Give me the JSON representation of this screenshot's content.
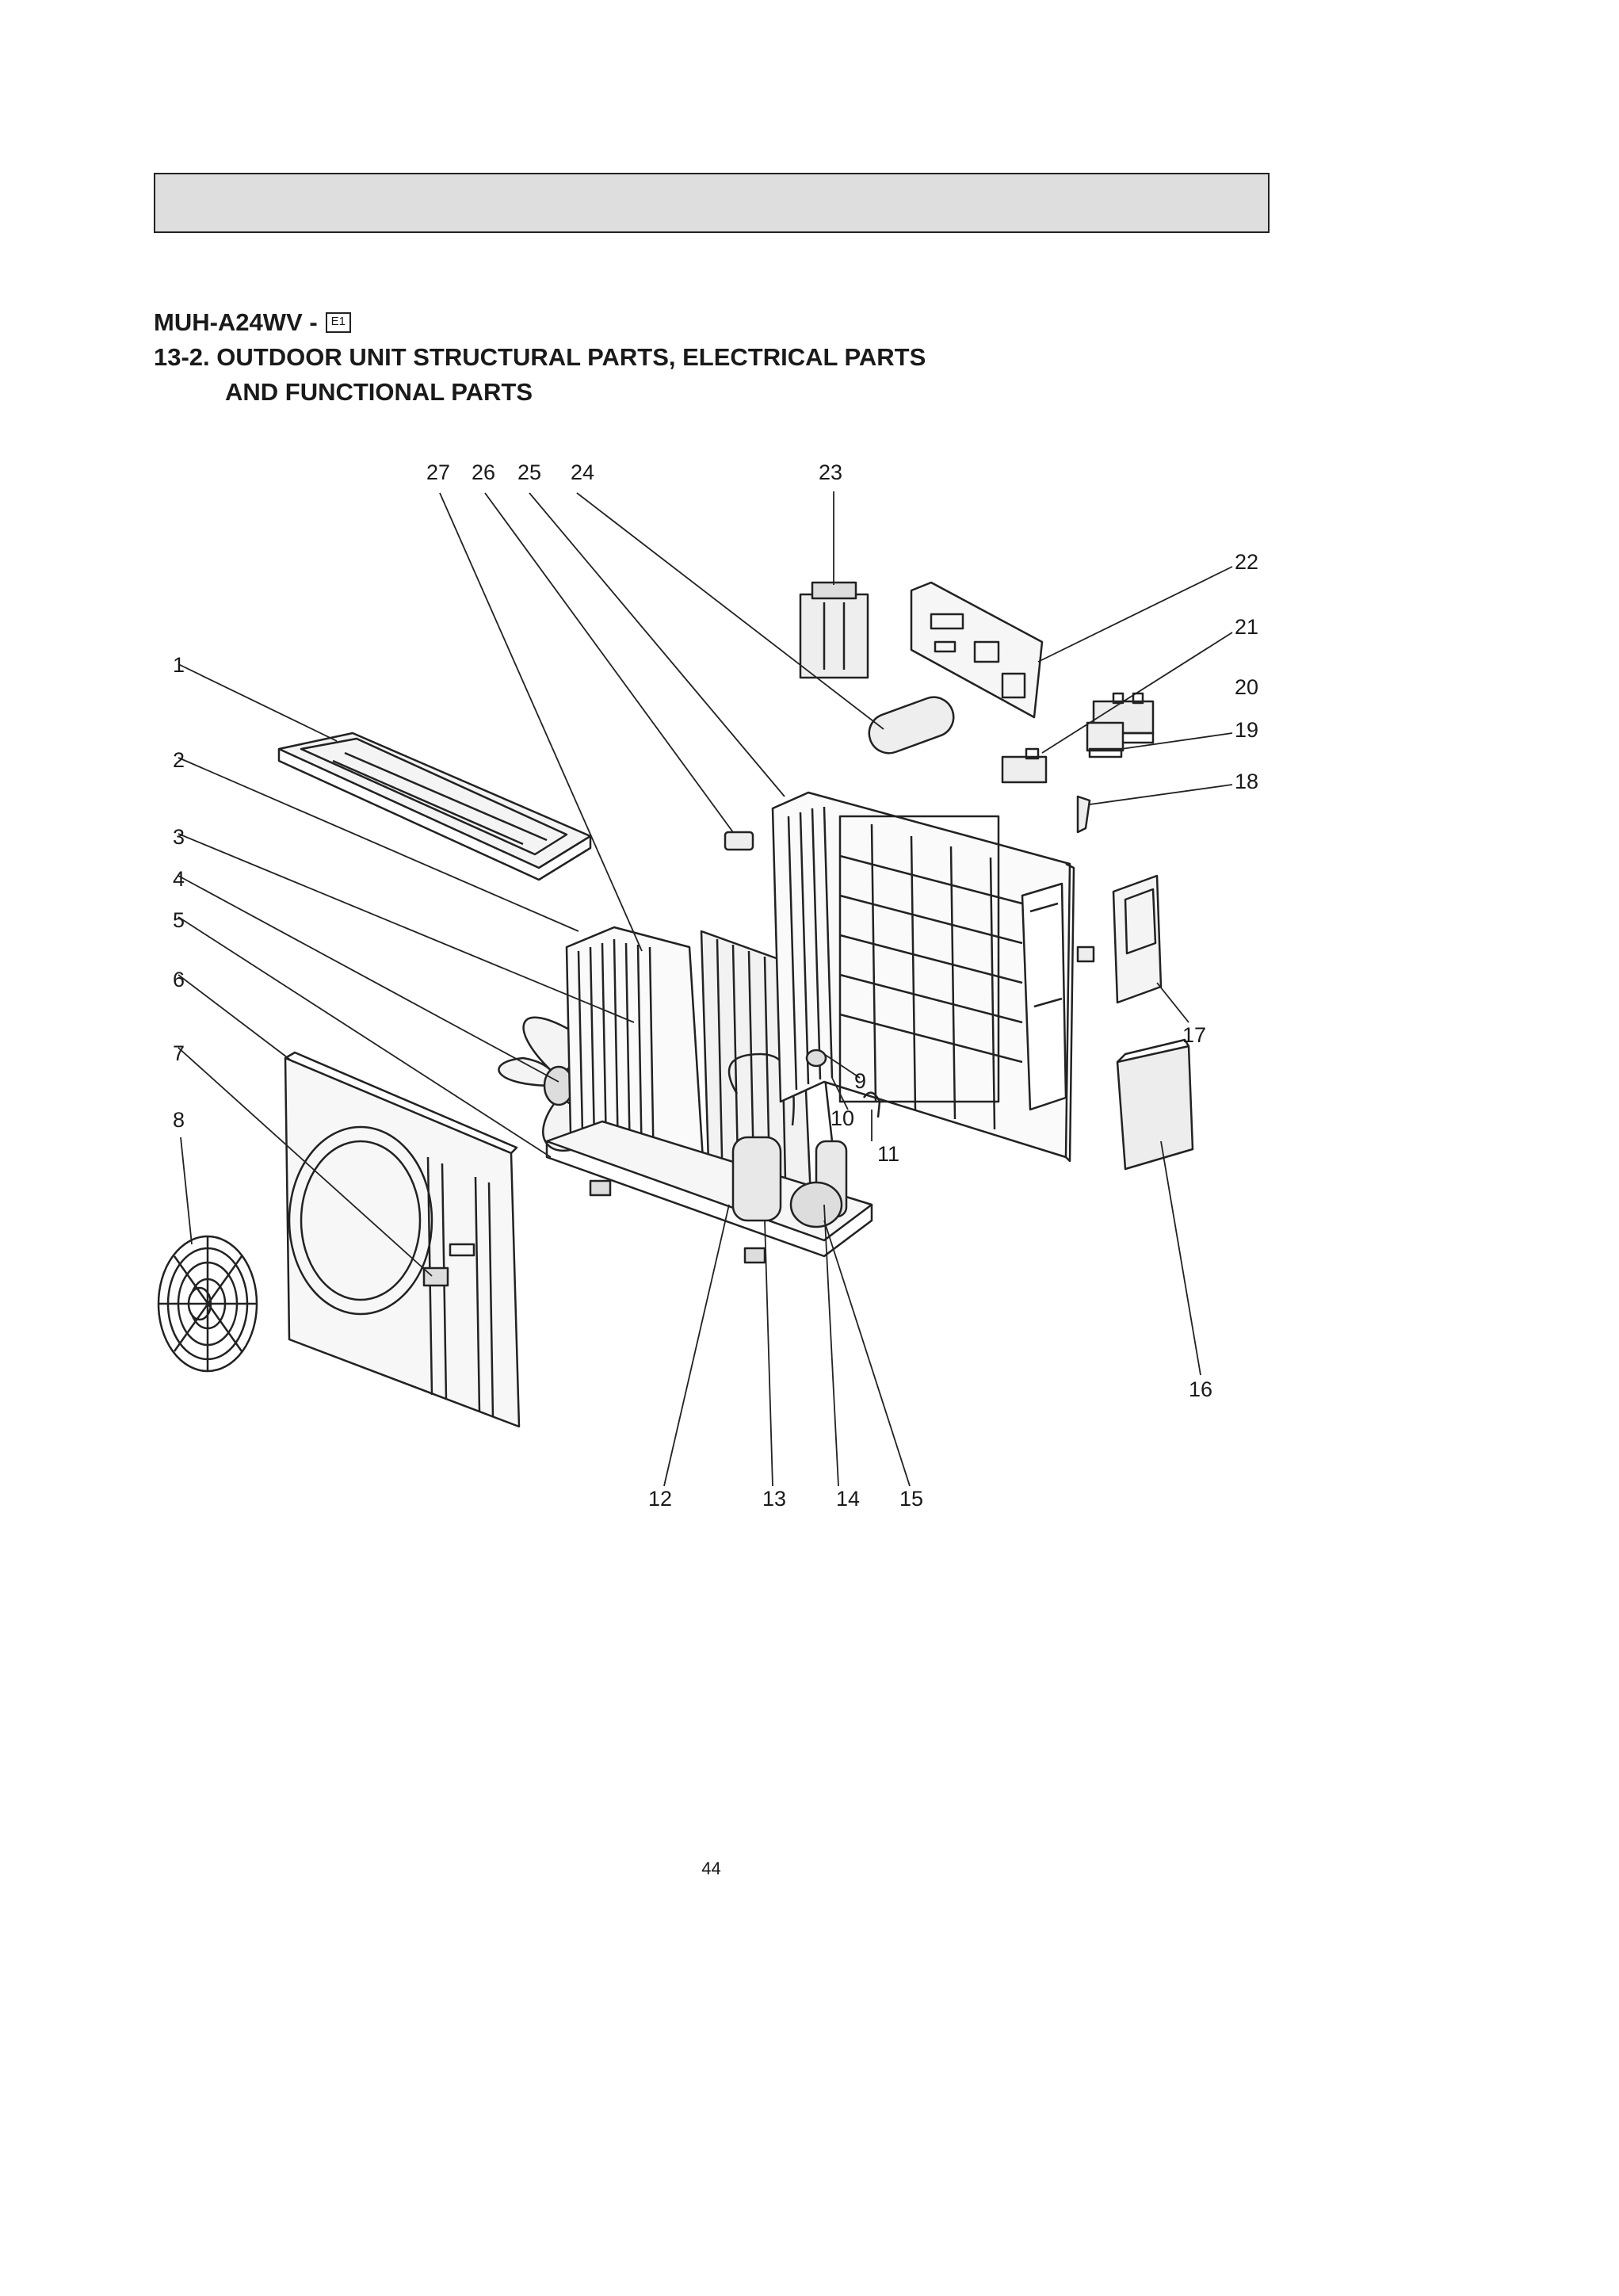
{
  "header": {
    "model": "MUH-A24WV -",
    "badge": "E1"
  },
  "section": {
    "line1": "13-2. OUTDOOR UNIT STRUCTURAL PARTS, ELECTRICAL PARTS",
    "line2": "AND FUNCTIONAL PARTS"
  },
  "callouts": [
    {
      "id": "27",
      "label": "27"
    },
    {
      "id": "26",
      "label": "26"
    },
    {
      "id": "25",
      "label": "25"
    },
    {
      "id": "24",
      "label": "24"
    },
    {
      "id": "23",
      "label": "23"
    },
    {
      "id": "22",
      "label": "22"
    },
    {
      "id": "21",
      "label": "21"
    },
    {
      "id": "20",
      "label": "20"
    },
    {
      "id": "19",
      "label": "19"
    },
    {
      "id": "18",
      "label": "18"
    },
    {
      "id": "17",
      "label": "17"
    },
    {
      "id": "16",
      "label": "16"
    },
    {
      "id": "15",
      "label": "15"
    },
    {
      "id": "14",
      "label": "14"
    },
    {
      "id": "13",
      "label": "13"
    },
    {
      "id": "12",
      "label": "12"
    },
    {
      "id": "11",
      "label": "11"
    },
    {
      "id": "10",
      "label": "10"
    },
    {
      "id": "9",
      "label": "9"
    },
    {
      "id": "8",
      "label": "8"
    },
    {
      "id": "7",
      "label": "7"
    },
    {
      "id": "6",
      "label": "6"
    },
    {
      "id": "5",
      "label": "5"
    },
    {
      "id": "4",
      "label": "4"
    },
    {
      "id": "3",
      "label": "3"
    },
    {
      "id": "2",
      "label": "2"
    },
    {
      "id": "1",
      "label": "1"
    }
  ],
  "page_number": "44"
}
